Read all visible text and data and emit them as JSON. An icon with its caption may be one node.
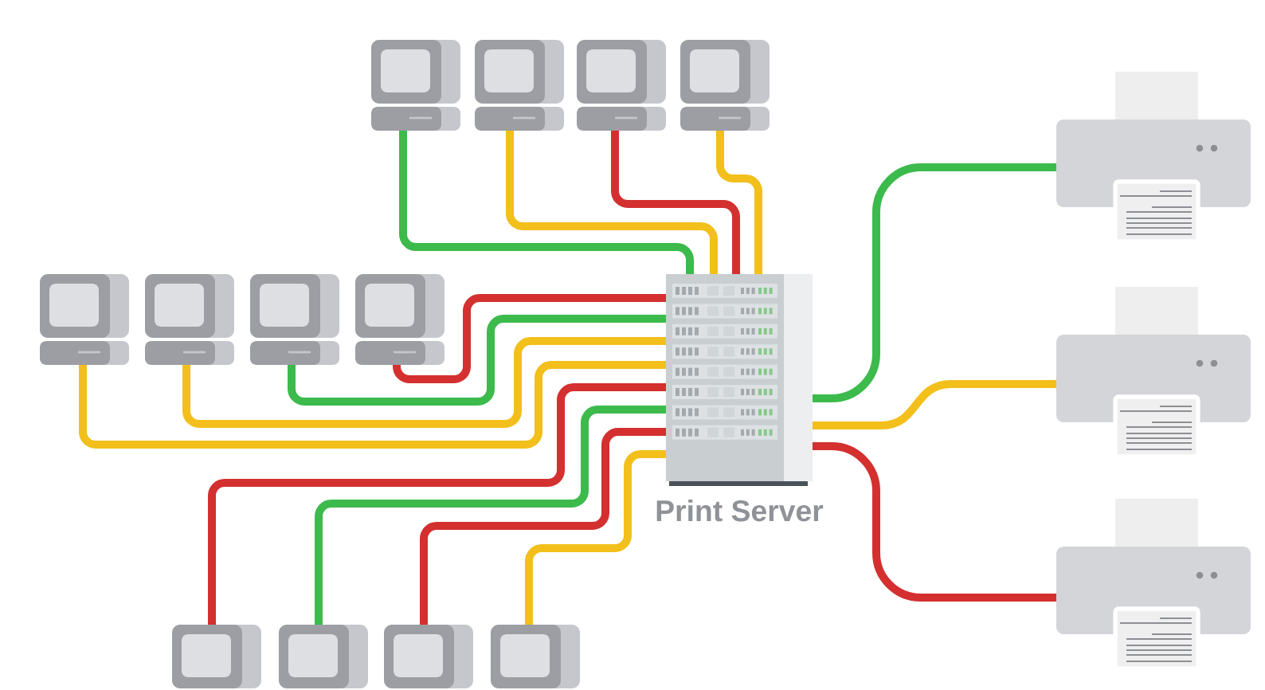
{
  "diagram": {
    "nodes": [
      {
        "text": [
          "Print Server"
        ]
      },
      {
        "text": [],
        "shape": "computer"
      },
      {
        "text": [],
        "shape": "computer"
      },
      {
        "text": [],
        "shape": "computer"
      },
      {
        "text": [],
        "shape": "computer"
      },
      {
        "text": [],
        "shape": "computer"
      },
      {
        "text": [],
        "shape": "computer"
      },
      {
        "text": [],
        "shape": "computer"
      },
      {
        "text": [],
        "shape": "computer"
      },
      {
        "text": [],
        "shape": "computer"
      },
      {
        "text": [],
        "shape": "computer"
      },
      {
        "text": [],
        "shape": "computer"
      },
      {
        "text": [],
        "shape": "computer"
      },
      {
        "text": [],
        "shape": "printer"
      },
      {
        "text": [],
        "shape": "printer"
      },
      {
        "text": [],
        "shape": "printer"
      }
    ],
    "edges": [
      {
        "from": 1,
        "to": 0,
        "arrow": "none",
        "color": "#3cba4c"
      },
      {
        "from": 2,
        "to": 0,
        "arrow": "none",
        "color": "#f2bf1b"
      },
      {
        "from": 3,
        "to": 0,
        "arrow": "none",
        "color": "#d3302f"
      },
      {
        "from": 4,
        "to": 0,
        "arrow": "none",
        "color": "#f2bf1b"
      },
      {
        "from": 5,
        "to": 0,
        "arrow": "none",
        "color": "#f2bf1b"
      },
      {
        "from": 6,
        "to": 0,
        "arrow": "none",
        "color": "#f2bf1b"
      },
      {
        "from": 7,
        "to": 0,
        "arrow": "none",
        "color": "#3cba4c"
      },
      {
        "from": 8,
        "to": 0,
        "arrow": "none",
        "color": "#d3302f"
      },
      {
        "from": 9,
        "to": 0,
        "arrow": "none",
        "color": "#d3302f"
      },
      {
        "from": 10,
        "to": 0,
        "arrow": "none",
        "color": "#3cba4c"
      },
      {
        "from": 11,
        "to": 0,
        "arrow": "none",
        "color": "#d3302f"
      },
      {
        "from": 12,
        "to": 0,
        "arrow": "none",
        "color": "#f2bf1b"
      },
      {
        "from": 0,
        "to": 13,
        "arrow": "none",
        "color": "#3cba4c"
      },
      {
        "from": 0,
        "to": 14,
        "arrow": "none",
        "color": "#f2bf1b"
      },
      {
        "from": 0,
        "to": 15,
        "arrow": "none",
        "color": "#d3302f"
      }
    ]
  }
}
